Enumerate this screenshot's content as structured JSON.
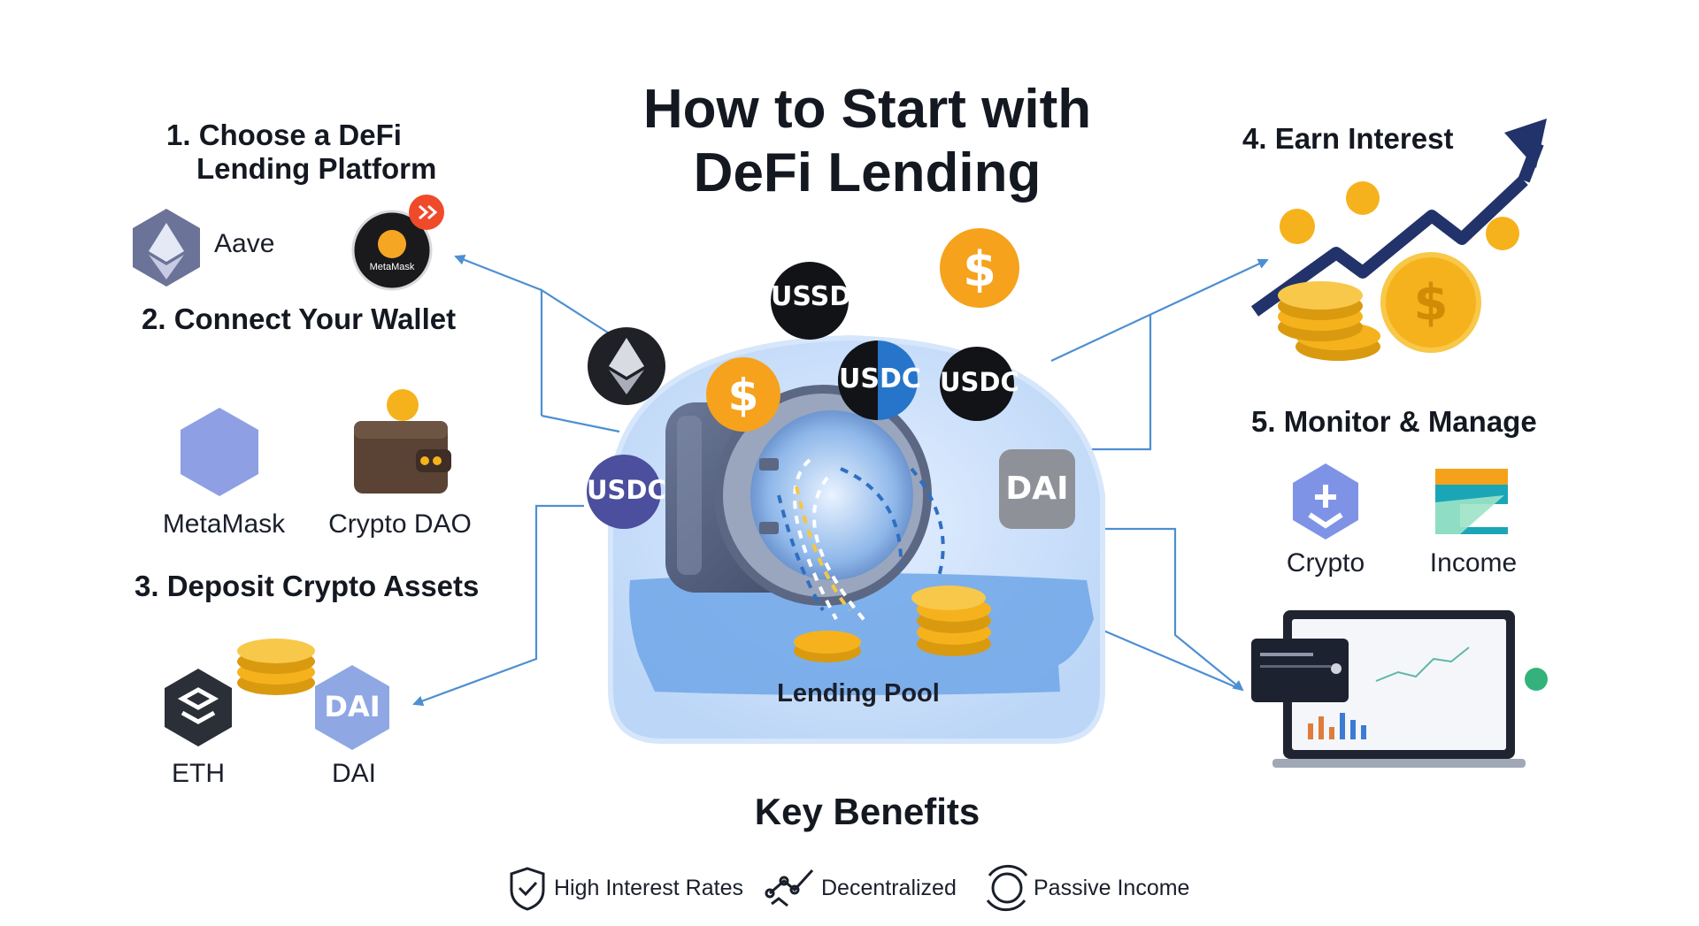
{
  "title": {
    "line1": "How to Start with",
    "line2": "DeFi Lending"
  },
  "steps": {
    "step1": {
      "line1": "1. Choose a DeFi",
      "line2": "Lending Platform",
      "platform_label": "Aave",
      "badge_text": "MetaMask"
    },
    "step2": {
      "heading": "2. Connect Your Wallet",
      "wallets": [
        "MetaMask",
        "Crypto DAO"
      ]
    },
    "step3": {
      "heading": "3. Deposit Crypto Assets",
      "assets": [
        "ETH",
        "DAI"
      ]
    },
    "step4": {
      "heading": "4. Earn Interest"
    },
    "step5": {
      "heading": "5. Monitor & Manage",
      "items": [
        "Crypto",
        "Income"
      ]
    }
  },
  "pool": {
    "label": "Lending Pool"
  },
  "tokens": {
    "ussd": "USSD",
    "usdc": "USDC",
    "dai": "DAI",
    "dollar": "$",
    "dai_badge": "DAI"
  },
  "key_benefits": {
    "title": "Key Benefits",
    "items": [
      {
        "icon": "shield-check-icon",
        "label": "High Interest Rates"
      },
      {
        "icon": "network-graph-icon",
        "label": "Decentralized"
      },
      {
        "icon": "coin-cycle-icon",
        "label": "Passive Income"
      }
    ]
  },
  "colors": {
    "arrow": "#4d8fd1",
    "pool_light": "#cfe2fb",
    "pool_water": "#6ea6e8",
    "coin_gold": "#f6b21c",
    "navy": "#22326a",
    "usdc_blue": "#2775ca",
    "dai_gray": "#8e9198"
  }
}
